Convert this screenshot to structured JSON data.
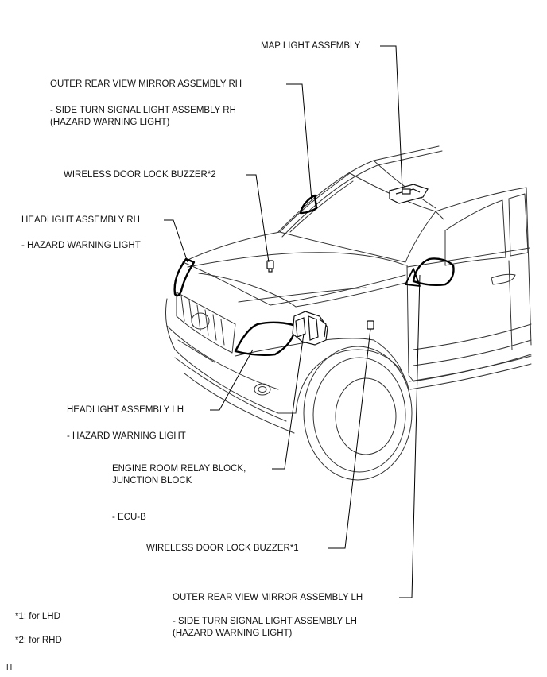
{
  "labels": {
    "map_light": "MAP LIGHT ASSEMBLY",
    "mirror_rh": "OUTER REAR VIEW MIRROR ASSEMBLY RH",
    "mirror_rh_sub1": "- SIDE TURN SIGNAL LIGHT ASSEMBLY RH",
    "mirror_rh_sub2": "(HAZARD WARNING LIGHT)",
    "buzzer_rhd": "WIRELESS DOOR LOCK BUZZER*2",
    "headlight_rh": "HEADLIGHT ASSEMBLY RH",
    "headlight_rh_sub": "- HAZARD WARNING LIGHT",
    "headlight_lh": "HEADLIGHT ASSEMBLY LH",
    "headlight_lh_sub": "- HAZARD WARNING LIGHT",
    "relay_block_1": "ENGINE ROOM RELAY BLOCK,",
    "relay_block_2": "JUNCTION BLOCK",
    "ecu_b": "- ECU-B",
    "buzzer_lhd": "WIRELESS DOOR LOCK BUZZER*1",
    "mirror_lh": "OUTER REAR VIEW MIRROR ASSEMBLY LH",
    "mirror_lh_sub1": "- SIDE TURN SIGNAL LIGHT ASSEMBLY LH",
    "mirror_lh_sub2": "(HAZARD WARNING LIGHT)"
  },
  "footnotes": {
    "lhd": "*1: for LHD",
    "rhd": "*2: for RHD"
  },
  "corner_mark": "H",
  "colors": {
    "line": "#222222",
    "highlight": "#000000"
  }
}
